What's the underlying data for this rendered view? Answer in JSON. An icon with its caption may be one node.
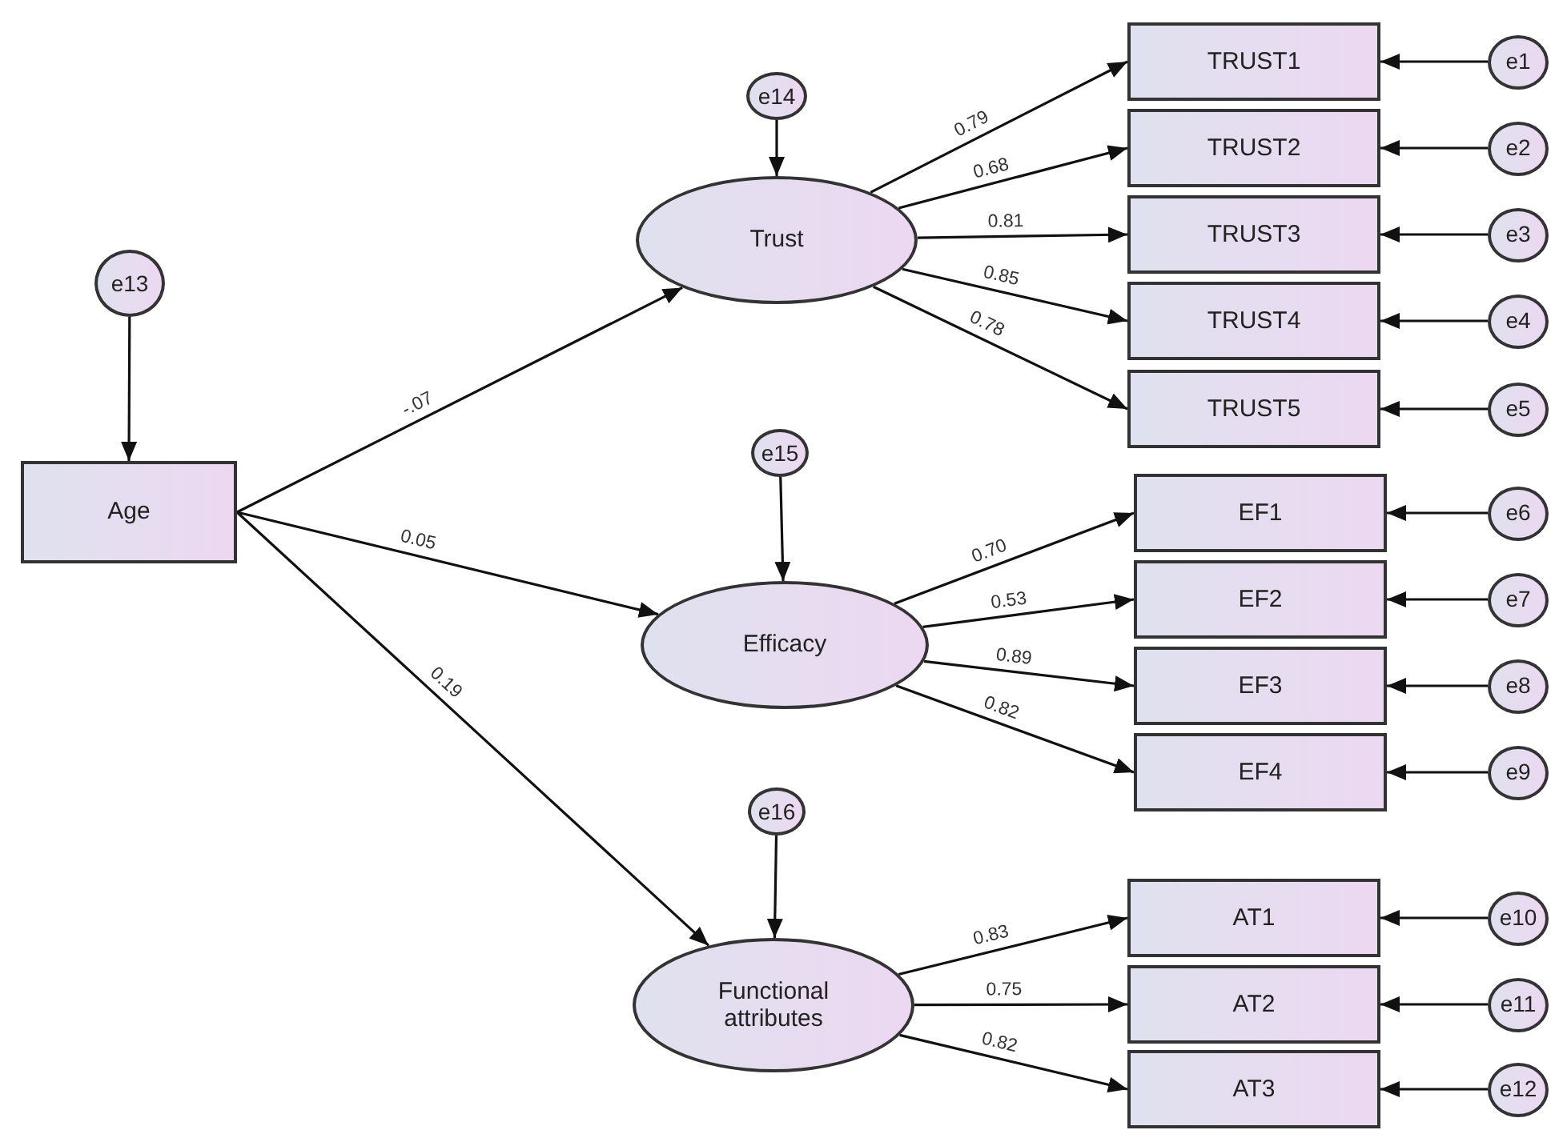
{
  "diagram": {
    "nodes": [
      {
        "text": [
          "e13"
        ]
      },
      {
        "text": [
          "Age"
        ]
      },
      {
        "text": [
          "e14"
        ]
      },
      {
        "text": [
          "Trust"
        ]
      },
      {
        "text": [
          "e15"
        ]
      },
      {
        "text": [
          "Efficacy"
        ]
      },
      {
        "text": [
          "e16"
        ]
      },
      {
        "text": [
          "Functional attributes"
        ]
      },
      {
        "text": [
          "TRUST1"
        ]
      },
      {
        "text": [
          "TRUST2"
        ]
      },
      {
        "text": [
          "TRUST3"
        ]
      },
      {
        "text": [
          "TRUST4"
        ]
      },
      {
        "text": [
          "TRUST5"
        ]
      },
      {
        "text": [
          "EF1"
        ]
      },
      {
        "text": [
          "EF2"
        ]
      },
      {
        "text": [
          "EF3"
        ]
      },
      {
        "text": [
          "EF4"
        ]
      },
      {
        "text": [
          "AT1"
        ]
      },
      {
        "text": [
          "AT2"
        ]
      },
      {
        "text": [
          "AT3"
        ]
      },
      {
        "text": [
          "e1"
        ]
      },
      {
        "text": [
          "e2"
        ]
      },
      {
        "text": [
          "e3"
        ]
      },
      {
        "text": [
          "e4"
        ]
      },
      {
        "text": [
          "e5"
        ]
      },
      {
        "text": [
          "e6"
        ]
      },
      {
        "text": [
          "e7"
        ]
      },
      {
        "text": [
          "e8"
        ]
      },
      {
        "text": [
          "e9"
        ]
      },
      {
        "text": [
          "e10"
        ]
      },
      {
        "text": [
          "e11"
        ]
      },
      {
        "text": [
          "e12"
        ]
      }
    ],
    "edges": [
      {
        "from": 0,
        "to": 1,
        "arrow": "to"
      },
      {
        "from": 1,
        "to": 3,
        "arrow": "to",
        "label": "-.07"
      },
      {
        "from": 1,
        "to": 5,
        "arrow": "to",
        "label": "0.05"
      },
      {
        "from": 1,
        "to": 7,
        "arrow": "to",
        "label": "0.19"
      },
      {
        "from": 2,
        "to": 3,
        "arrow": "to"
      },
      {
        "from": 4,
        "to": 5,
        "arrow": "to"
      },
      {
        "from": 6,
        "to": 7,
        "arrow": "to"
      },
      {
        "from": 3,
        "to": 8,
        "arrow": "to",
        "label": "0.79"
      },
      {
        "from": 3,
        "to": 9,
        "arrow": "to",
        "label": "0.68"
      },
      {
        "from": 3,
        "to": 10,
        "arrow": "to",
        "label": "0.81"
      },
      {
        "from": 3,
        "to": 11,
        "arrow": "to",
        "label": "0.85"
      },
      {
        "from": 3,
        "to": 12,
        "arrow": "to",
        "label": "0.78"
      },
      {
        "from": 5,
        "to": 13,
        "arrow": "to",
        "label": "0.70"
      },
      {
        "from": 5,
        "to": 14,
        "arrow": "to",
        "label": "0.53"
      },
      {
        "from": 5,
        "to": 15,
        "arrow": "to",
        "label": "0.89"
      },
      {
        "from": 5,
        "to": 16,
        "arrow": "to",
        "label": "0.82"
      },
      {
        "from": 7,
        "to": 17,
        "arrow": "to",
        "label": "0.83"
      },
      {
        "from": 7,
        "to": 18,
        "arrow": "to",
        "label": "0.75"
      },
      {
        "from": 7,
        "to": 19,
        "arrow": "to",
        "label": "0.82"
      },
      {
        "from": 20,
        "to": 8,
        "arrow": "to"
      },
      {
        "from": 21,
        "to": 9,
        "arrow": "to"
      },
      {
        "from": 22,
        "to": 10,
        "arrow": "to"
      },
      {
        "from": 23,
        "to": 11,
        "arrow": "to"
      },
      {
        "from": 24,
        "to": 12,
        "arrow": "to"
      },
      {
        "from": 25,
        "to": 13,
        "arrow": "to"
      },
      {
        "from": 26,
        "to": 14,
        "arrow": "to"
      },
      {
        "from": 27,
        "to": 15,
        "arrow": "to"
      },
      {
        "from": 28,
        "to": 16,
        "arrow": "to"
      },
      {
        "from": 29,
        "to": 17,
        "arrow": "to"
      },
      {
        "from": 30,
        "to": 18,
        "arrow": "to"
      },
      {
        "from": 31,
        "to": 19,
        "arrow": "to"
      }
    ]
  }
}
